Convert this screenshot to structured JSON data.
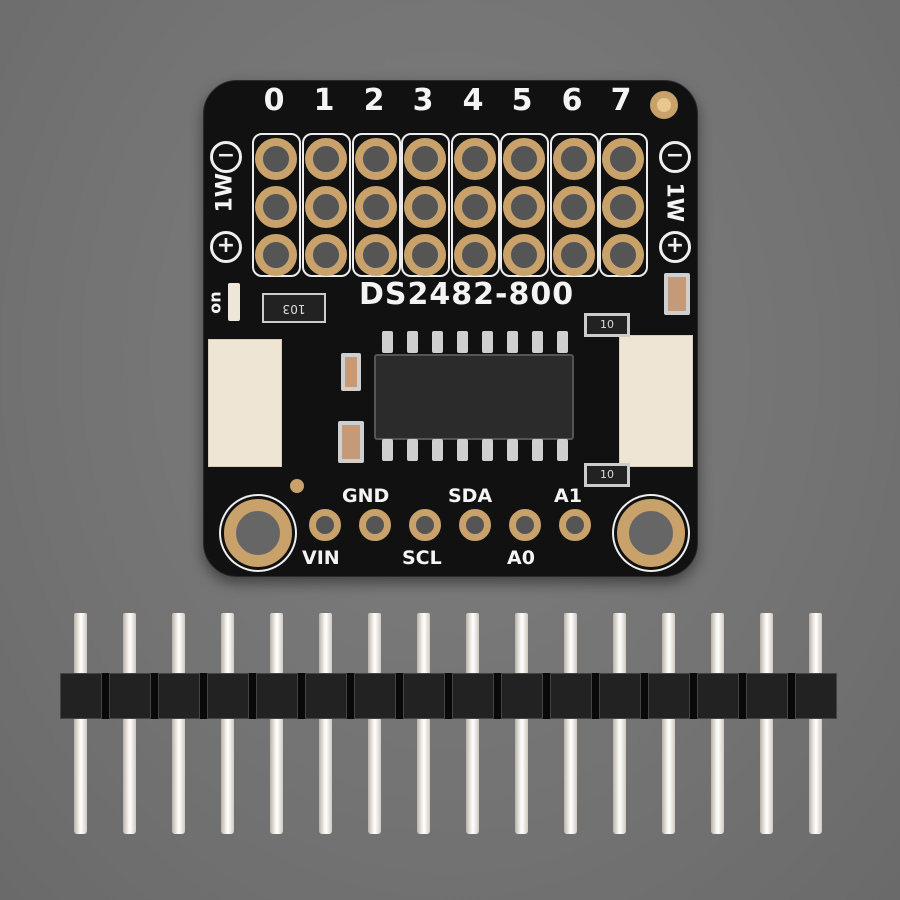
{
  "scene": {
    "description": "Product photo of Adafruit DS2482-800 8-channel 1-Wire breakout board with male pin header strip on gray background",
    "background_color": "#767676",
    "pcb_color": "#111111",
    "gold_color": "#c9a26b"
  },
  "board": {
    "title": "DS2482-800",
    "channel_labels": [
      "0",
      "1",
      "2",
      "3",
      "4",
      "5",
      "6",
      "7"
    ],
    "side_label_left": "1W",
    "side_label_right": "1W",
    "minus_symbol": "−",
    "plus_symbol": "+",
    "led_label": "on",
    "resistor_array_marking": "103",
    "resistor_marking_top": "10",
    "resistor_marking_bottom": "10",
    "pin_labels_top": [
      "GND",
      "SDA",
      "A1"
    ],
    "pin_labels_bottom": [
      "VIN",
      "SCL",
      "A0"
    ]
  },
  "header": {
    "pin_count": 16
  }
}
